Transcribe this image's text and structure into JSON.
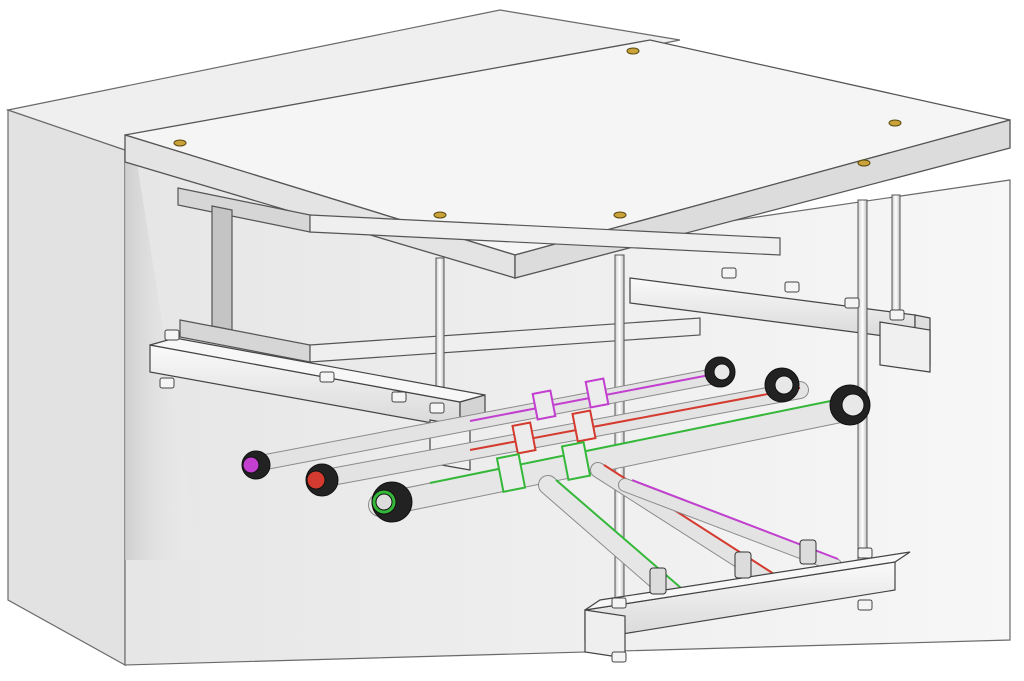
{
  "scene": {
    "subject": "isometric-pipe-support-rendering",
    "colors": {
      "background": "#ffffff",
      "concrete": "#f1f1f1",
      "concrete_shade": "#d9d9d9",
      "steel_edge": "#4a4a4a",
      "pipe_body": "#e3e3e3",
      "pipe_magenta": "#c23fd0",
      "pipe_red": "#d43a2e",
      "pipe_green": "#35b83a",
      "clamp_rubber": "#222222",
      "anchor_gold": "#c9a23a"
    },
    "icons": [
      "concrete-slab",
      "wall-block",
      "i-beam",
      "strut-channel",
      "threaded-rod",
      "pipe-clamp",
      "hex-nut",
      "pipe",
      "pipe-fitting"
    ]
  }
}
